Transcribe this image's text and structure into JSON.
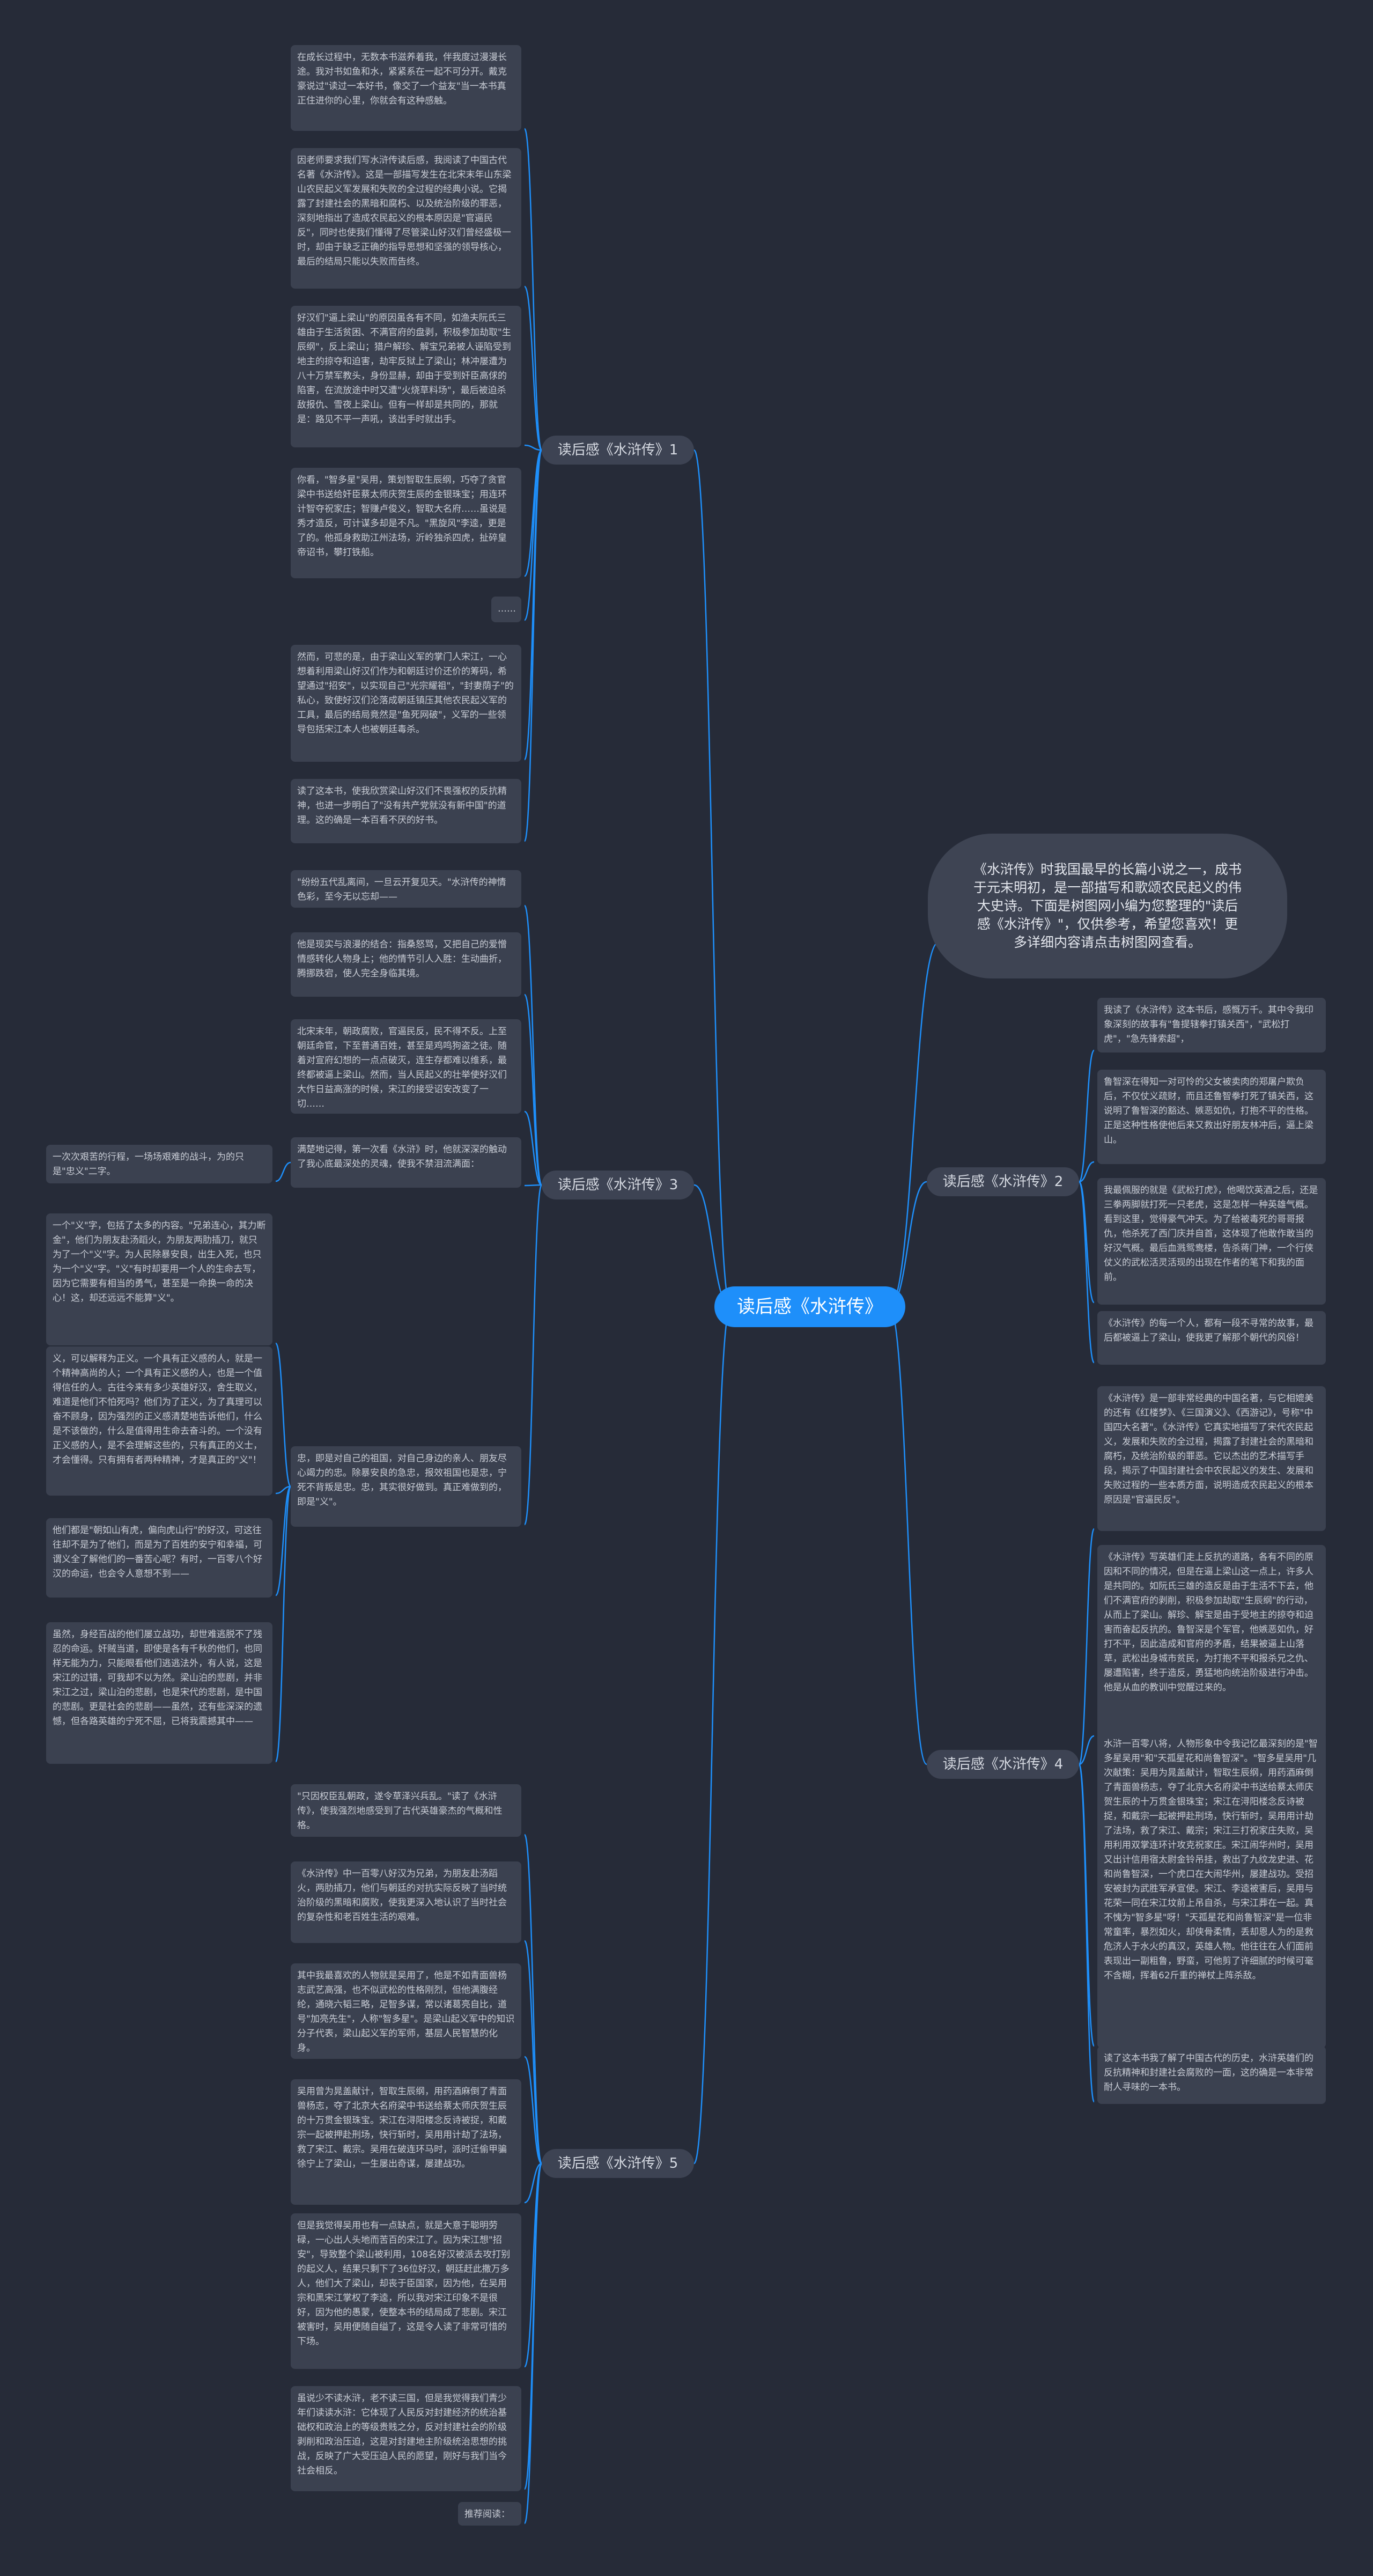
{
  "colors": {
    "background": "#262b38",
    "root": "#1e8ffa",
    "node": "#3b4150",
    "link": "#1e8ffa",
    "text": "#c9cdd6"
  },
  "root": {
    "label": "读后感《水浒传》"
  },
  "intro": {
    "text": "《水浒传》时我国最早的长篇小说之一，成书于元末明初，是一部描写和歌颂农民起义的伟大史诗。下面是树图网小编为您整理的\"读后感《水浒传》\"，仅供参考，希望您喜欢！更多详细内容请点击树图网查看。"
  },
  "branches": [
    {
      "label": "读后感《水浒传》1",
      "leaves": [
        "在成长过程中，无数本书滋养着我，伴我度过漫漫长途。我对书如鱼和水，紧紧系在一起不可分开。戴克豪说过\"读过一本好书，像交了一个益友\"当一本书真正住进你的心里，你就会有这种感触。",
        "因老师要求我们写水浒传读后感，我阅读了中国古代名著《水浒传》。这是一部描写发生在北宋末年山东梁山农民起义军发展和失败的全过程的经典小说。它揭露了封建社会的黑暗和腐朽、以及统治阶级的罪恶，深刻地指出了造成农民起义的根本原因是\"官逼民反\"，同时也使我们懂得了尽管梁山好汉们曾经盛极一时，却由于缺乏正确的指导思想和坚强的领导核心，最后的结局只能以失败而告终。",
        "好汉们\"逼上梁山\"的原因虽各有不同，如渔夫阮氏三雄由于生活贫困、不满官府的盘剥，积极参加劫取\"生辰纲\"，反上梁山；猎户解珍、解宝兄弟被人诬陷受到地主的掠夺和迫害，劫牢反狱上了梁山；林冲屡遭为八十万禁军教头，身份显赫，却由于受到奸臣高俅的陷害，在流放途中时又遭\"火烧草料场\"，最后被迫杀敌报仇、雪夜上梁山。但有一样却是共同的，那就是：路见不平一声吼，该出手时就出手。",
        "你看，\"智多星\"吴用，策划智取生辰纲，巧夺了贪官梁中书送给奸臣蔡太师庆贺生辰的金银珠宝；用连环计智夺祝家庄；智赚卢俊义，智取大名府……虽说是秀才造反，可计谋多却是不凡。\"黑旋风\"李逵，更是了的。他孤身救助江州法场，沂岭独杀四虎，扯碎皇帝诏书，攀打铁船。",
        "……",
        "然而，可悲的是，由于梁山义军的掌门人宋江，一心想着利用梁山好汉们作为和朝廷讨价还价的筹码，希望通过\"招安\"，以实现自己\"光宗耀祖\"，\"封妻荫子\"的私心，致使好汉们沦落成朝廷镇压其他农民起义军的工具，最后的结局竟然是\"鱼死网破\"，义军的一些领导包括宋江本人也被朝廷毒杀。",
        "读了这本书，使我欣赏梁山好汉们不畏强权的反抗精神，也进一步明白了\"没有共产党就没有新中国\"的道理。这的确是一本百看不厌的好书。"
      ]
    },
    {
      "label": "读后感《水浒传》2",
      "leaves": [
        "我读了《水浒传》这本书后，感慨万千。其中令我印象深刻的故事有\"鲁提辖拳打镇关西\"，\"武松打虎\"，\"急先锋索超\"，",
        "鲁智深在得知一对可怜的父女被卖肉的郑屠户欺负后，不仅仗义疏财，而且还鲁智拳打死了镇关西，这说明了鲁智深的豁达、嫉恶如仇，打抱不平的性格。正是这种性格使他后来又救出好朋友林冲后，逼上梁山。",
        "我最佩服的就是《武松打虎》，他喝饮英酒之后，还是三拳两脚就打死一只老虎，这是怎样一种英雄气概。看到这里，觉得豪气冲天。为了给被毒死的哥哥报仇，他杀死了西门庆并自首，这体现了他敢作敢当的好汉气概。最后血溅鸳鸯楼，告杀蒋门神，一个行侠仗义的武松活灵活现的出现在作者的笔下和我的面前。",
        "《水浒传》的每一个人，都有一段不寻常的故事，最后都被逼上了梁山，使我更了解那个朝代的风俗！"
      ]
    },
    {
      "label": "读后感《水浒传》3",
      "leaves": [
        "\"纷纷五代乱离间，一旦云开复见天。\"水浒传的神情色彩，至今无以忘却——",
        "他是现实与浪漫的结合：指桑怒骂，又把自己的爱憎情感转化人物身上；他的情节引人入胜：生动曲折，腾挪跌宕，使人完全身临其境。",
        "北宋末年，朝政腐败，官逼民反，民不得不反。上至朝廷命官，下至普通百姓，甚至是鸡鸣狗盗之徒。随着对宣府幻想的一点点破灭，连生存都难以维系，最终都被逼上梁山。然而，当人民起义的壮举使好汉们大作日益高涨的时候，宋江的接受诏安改变了一切……",
        "满楚地记得，第一次看《水浒》时，他就深深的触动了我心底最深处的灵魂，使我不禁泪流满面：",
        "忠，即是对自己的祖国，对自己身边的亲人、朋友尽心竭力的忠。除暴安良的急忠，报效祖国也是忠，宁死不背叛是忠。忠，其实很好做到。真正难做到的，即是\"义\"。"
      ],
      "left_leaves": [
        "一次次艰苦的行程，一场场艰难的战斗，为的只是\"忠义\"二字。",
        "一个\"义\"字，包括了太多的内容。\"兄弟连心，其力断金\"，他们为朋友赴汤蹈火，为朋友两肋插刀，就只为了一个\"义\"字。为人民除暴安良，出生入死，也只为一个\"义\"字。\"义\"有时却要用一个人的生命去写，因为它需要有相当的勇气，甚至是一命换一命的决心！这，却还远远不能算\"义\"。",
        "义，可以解释为正义。一个具有正义感的人，就是一个精神高尚的人；一个具有正义感的人，也是一个值得信任的人。古往今来有多少英雄好汉，舍生取义，难道是他们不怕死吗？他们为了正义，为了真理可以奋不顾身，因为强烈的正义感清楚地告诉他们，什么是不该做的，什么是值得用生命去奋斗的。一个没有正义感的人，是不会理解这些的，只有真正的义士，才会懂得。只有拥有者两种精神，才是真正的\"义\"！",
        "他们都是\"朝如山有虎，偏向虎山行\"的好汉，可这往往却不是为了他们，而是为了百姓的安宁和幸福，可谓义全了解他们的一番苦心呢？有时，一百零八个好汉的命运，也会令人意想不到——",
        "虽然，身经百战的他们屡立战功，却世难逃脱不了残忍的命运。奸贼当道，即使是各有千秋的他们，也同样无能为力，只能眼看他们逃逃法外，有人说，这是宋江的过错，可我却不以为然。梁山泊的悲剧，并非宋江之过，梁山泊的悲剧，也是宋代的悲剧，是中国的悲剧。更是社会的悲剧——虽然，还有些深深的遗憾，但各路英雄的宁死不屈，已将我震撼其中——"
      ]
    },
    {
      "label": "读后感《水浒传》4",
      "leaves": [
        "《水浒传》是一部非常经典的中国名著，与它相媲美的还有《红楼梦》、《三国演义》、《西游记》，号称\"中国四大名著\"。《水浒传》它真实地描写了宋代农民起义，发展和失败的全过程，揭露了封建社会的黑暗和腐朽，及统治阶级的罪恶。它以杰出的艺术描写手段，揭示了中国封建社会中农民起义的发生、发展和失败过程的一些本质方面，说明造成农民起义的根本原因是\"官逼民反\"。",
        "《水浒传》写英雄们走上反抗的道路，各有不同的原因和不同的情况，但是在逼上梁山这一点上，许多人是共同的。如阮氏三雄的造反是由于生活不下去，他们不满官府的剥削，积极参加劫取\"生辰纲\"的行动，从而上了梁山。解珍、解宝是由于受地主的掠夺和迫害而奋起反抗的。鲁智深是个军官，他嫉恶如仇，好打不平，因此造成和官府的矛盾，结果被逼上山落草，武松出身城市贫民，为打抱不平和报杀兄之仇、屡遭陷害，终于造反，勇猛地向统治阶级进行冲击。他是从血的教训中觉醒过来的。",
        "水浒一百零八将，人物形象中令我记忆最深刻的是\"智多星吴用\"和\"天孤星花和尚鲁智深\"。\"智多星吴用\"几次献策：吴用为晁盖献计，智取生辰纲，用药酒麻倒了青面兽杨志，夺了北京大名府梁中书送给蔡太师庆贺生辰的十万贯金银珠宝；宋江在浔阳楼念反诗被捉，和戴宗一起被押赴刑场，快行斩时，吴用用计劫了法场，救了宋江、戴宗；宋江三打祝家庄失败，吴用利用双掌连环计攻克祝家庄。宋江闹华州时，吴用又出计信用宿太尉金铃吊挂，救出了九纹龙史进、花和尚鲁智深，一个虎口在大闹华州，屡建战功。受招安被封为武胜军承宣使。宋江、李逵被害后，吴用与花荣一同在宋江坟前上吊自杀，与宋江葬在一起。真不愧为\"智多星\"呀！\"天孤星花和尚鲁智深\"是一位非常童率，暴烈如火，却侠骨柔情，丢却恩人为的是救危济人于水火的真汉，英雄人物。他往往在人们面前表现出一副粗鲁，野蛮，可他剪了许细腻的时候可毫不含糊，挥着62斤重的禅杖上阵杀敌。",
        "读了这本书我了解了中国古代的历史，水浒英雄们的反抗精神和封建社会腐败的一面，这的确是一本非常耐人寻味的一本书。"
      ]
    },
    {
      "label": "读后感《水浒传》5",
      "leaves": [
        "\"只因权臣乱朝政，遂令草泽兴兵乱。\"读了《水浒传》，使我强烈地感受到了古代英雄豪杰的气概和性格。",
        "《水浒传》中一百零八好汉为兄弟，为朋友赴汤蹈火，两肋插刀，他们与朝廷的对抗实际反映了当时统治阶级的黑暗和腐败，使我更深入地认识了当时社会的复杂性和老百姓生活的艰难。",
        "其中我最喜欢的人物就是吴用了，他是不如青面兽杨志武艺高强，也不似武松的性格刚烈，但他满腹经纶，通晓六韬三略，足智多谋，常以诸葛亮自比，道号\"加亮先生\"，人称\"智多星\"。是梁山起义军中的知识分子代表，梁山起义军的军师，基层人民智慧的化身。",
        "吴用曾为晁盖献计，智取生辰纲，用药酒麻倒了青面兽杨志，夺了北京大名府梁中书送给蔡太师庆贺生辰的十万贯金银珠宝。宋江在浔阳楼念反诗被捉，和戴宗一起被押赴刑场，快行斩时，吴用用计劫了法场，救了宋江、戴宗。吴用在破连环马时，派时迁偷甲骗徐宁上了梁山，一生屡出奇谋，屡建战功。",
        "但是我觉得吴用也有一点缺点，就是大意于聪明劳碌，一心出人头地而苦百的宋江了。因为宋江想\"招安\"，导致整个梁山被利用，108名好汉被派去攻打别的起义人，结果只剩下了36位好汉，朝廷赶此撒万多人，他们大了梁山，却丧于臣国家，因为他，在吴用宗和黑宋江掌权了李逵，所以我对宋江印象不是很好，因为他的愚蒙，使整本书的结局成了悲剧。宋江被害时，吴用便随自缢了，这是令人读了非常可惜的下场。",
        "虽说少不读水浒，老不读三国，但是我觉得我们青少年们读读水浒：它体现了人民反对封建经济的统治基础权和政治上的等级贵贱之分，反对封建社会的阶级剥削和政治压迫，这是对封建地主阶级统治思想的挑战，反映了广大受压迫人民的愿望，刚好与我们当今社会相反。",
        "推荐阅读："
      ]
    }
  ]
}
